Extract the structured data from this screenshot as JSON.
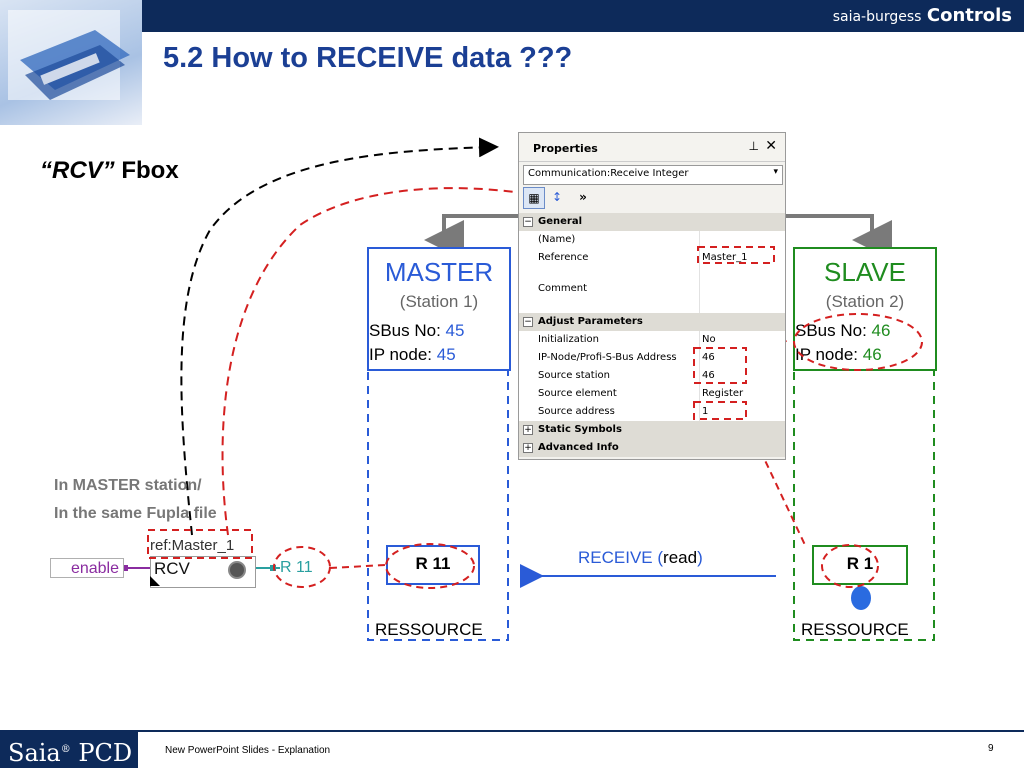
{
  "header": {
    "brand_company": "saia-burgess",
    "brand_product": "Controls",
    "title": "5.2 How to RECEIVE data ???"
  },
  "rcv_label": {
    "quoted": "“RCV”",
    "rest": " Fbox"
  },
  "properties": {
    "title": "Properties",
    "pin_icon": "pin-icon",
    "close_glyph": "✕",
    "combo_value": "Communication:Receive Integer",
    "categories": [
      {
        "label": "General",
        "toggle": "−"
      },
      {
        "label": "Adjust Parameters",
        "toggle": "−"
      },
      {
        "label": "Static Symbols",
        "toggle": "+"
      },
      {
        "label": "Advanced Info",
        "toggle": "+"
      }
    ],
    "general_rows": [
      {
        "key": "(Name)",
        "value": ""
      },
      {
        "key": "Reference",
        "value": "Master_1"
      },
      {
        "key": "Comment",
        "value": ""
      }
    ],
    "adjust_rows": [
      {
        "key": "Initialization",
        "value": "No"
      },
      {
        "key": "IP-Node/Profi-S-Bus Address",
        "value": "46"
      },
      {
        "key": "Source station",
        "value": "46"
      },
      {
        "key": "Source element",
        "value": "Register"
      },
      {
        "key": "Source address",
        "value": "1"
      }
    ]
  },
  "master": {
    "name": "MASTER",
    "station": "(Station 1)",
    "sbus_label": "SBus No: ",
    "sbus_value": "45",
    "ip_label": "IP node: ",
    "ip_value": "45",
    "register": "R 11",
    "resource": "RESSOURCE"
  },
  "slave": {
    "name": "SLAVE",
    "station": "(Station 2)",
    "sbus_label": "SBus No: ",
    "sbus_value": "46",
    "ip_label": "IP node: ",
    "ip_value": "46",
    "register": "R 1",
    "resource": "RESSOURCE"
  },
  "fupla": {
    "desc_line1": "In MASTER station/",
    "desc_line2": "In the same Fupla file",
    "ref": "ref:Master_1",
    "enable": "enable",
    "fbox": "RCV",
    "output": "R 11"
  },
  "receive": {
    "text": "RECEIVE (",
    "read": "read",
    "close": ")"
  },
  "footer": {
    "logo_text": "Saia",
    "logo_reg": "®",
    "logo_suffix": " PCD",
    "text": "New PowerPoint Slides - Explanation",
    "page": "9"
  },
  "colors": {
    "navy": "#0d2a5a",
    "title_blue": "#1b3f94",
    "master_blue": "#2a5bd7",
    "slave_green": "#1f8c1f",
    "highlight_red": "#d42020"
  }
}
